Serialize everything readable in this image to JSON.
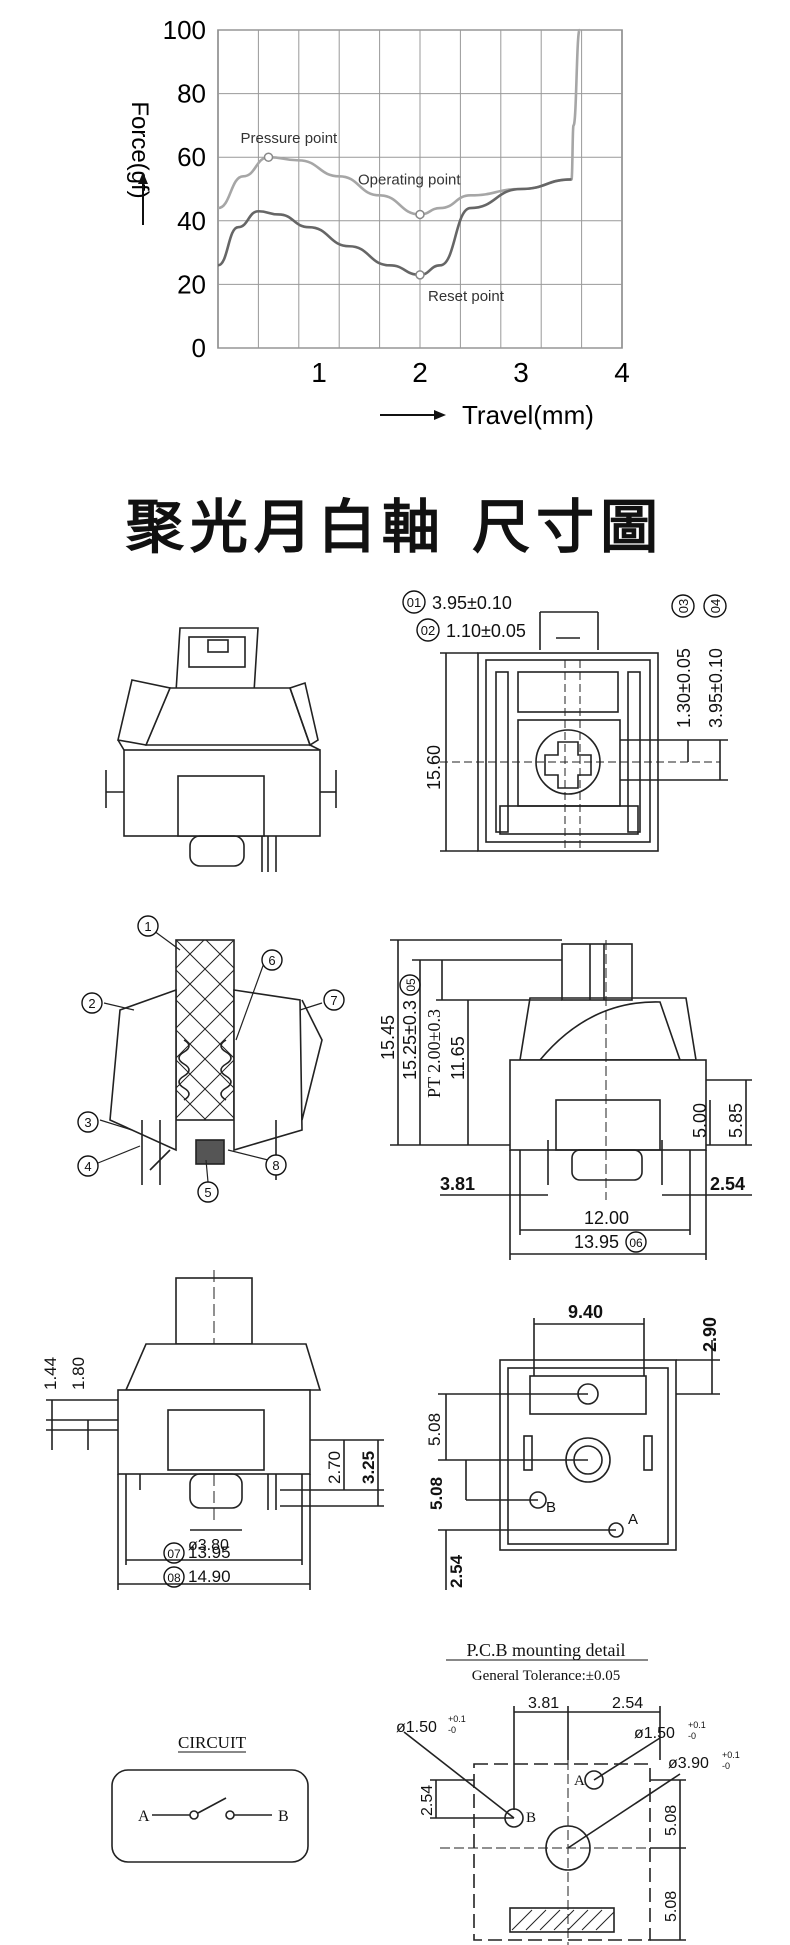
{
  "chart_data": {
    "type": "line",
    "xlabel": "Travel(mm)",
    "ylabel": "Force(gf)",
    "xlim": [
      0,
      4
    ],
    "ylim": [
      0,
      100
    ],
    "x_ticks": [
      "1",
      "2",
      "3",
      "4"
    ],
    "y_ticks": [
      "0",
      "20",
      "40",
      "60",
      "80",
      "100"
    ],
    "grid": true,
    "series": [
      {
        "color": "#a6a6a6",
        "x": [
          0,
          0.25,
          0.5,
          0.8,
          1.2,
          1.6,
          2.0,
          2.2,
          2.5,
          3.0,
          3.5,
          3.52,
          3.58
        ],
        "y": [
          44,
          54,
          60,
          59,
          54,
          48,
          42,
          44,
          48,
          50,
          53,
          70,
          100
        ]
      },
      {
        "color": "#666666",
        "x": [
          0,
          0.2,
          0.4,
          0.6,
          0.9,
          1.3,
          1.7,
          2.0,
          2.2,
          2.5,
          3.0,
          3.5
        ],
        "y": [
          26,
          38,
          43,
          42,
          38,
          32,
          26,
          23,
          26,
          44,
          50,
          53
        ]
      }
    ],
    "annotations": [
      {
        "label": "Pressure point",
        "x": 0.5,
        "y": 60
      },
      {
        "label": "Operating point",
        "x": 2.0,
        "y": 42
      },
      {
        "label": "Reset point",
        "x": 2.0,
        "y": 23
      }
    ]
  },
  "title": "聚光月白軸 尺寸圖",
  "dims": {
    "d01": "3.95±0.10",
    "d02": "1.10±0.05",
    "d03": "1.30±0.05",
    "d04": "3.95±0.10",
    "h1560": "15.60",
    "h1545": "15.45",
    "h1525": "15.25±0.3",
    "pt": "PT 2.00±0.3",
    "h1165": "11.65",
    "h500": "5.00",
    "h585": "5.85",
    "w381": "3.81",
    "w254": "2.54",
    "w1200": "12.00",
    "w1395": "13.95",
    "h144": "1.44",
    "h180": "1.80",
    "h270": "2.70",
    "h325": "3.25",
    "dia380": "ø3.80",
    "w1395b": "13.95",
    "w1490": "14.90",
    "w940": "9.40",
    "h290": "2.90",
    "h508a": "5.08",
    "h508b": "5.08",
    "h254b": "2.54",
    "labelA": "A",
    "labelB": "B"
  },
  "circled": [
    "01",
    "02",
    "03",
    "04",
    "05",
    "06",
    "07",
    "08"
  ],
  "callouts": [
    "1",
    "2",
    "3",
    "4",
    "5",
    "6",
    "7",
    "8"
  ],
  "circuit": {
    "title": "CIRCUIT",
    "a": "A",
    "b": "B"
  },
  "pcb": {
    "title": "P.C.B mounting detail",
    "tolerance": "General Tolerance:±0.05",
    "hole1": "ø1.50",
    "hole2": "ø1.50",
    "hole3": "ø3.90",
    "tol": "+0.1",
    "tol0": "-0",
    "w381": "3.81",
    "w254": "2.54",
    "h254": "2.54",
    "h508a": "5.08",
    "h508b": "5.08"
  },
  "colors": {
    "grid": "#888888",
    "line": "#222222",
    "hatch": "#444444"
  }
}
